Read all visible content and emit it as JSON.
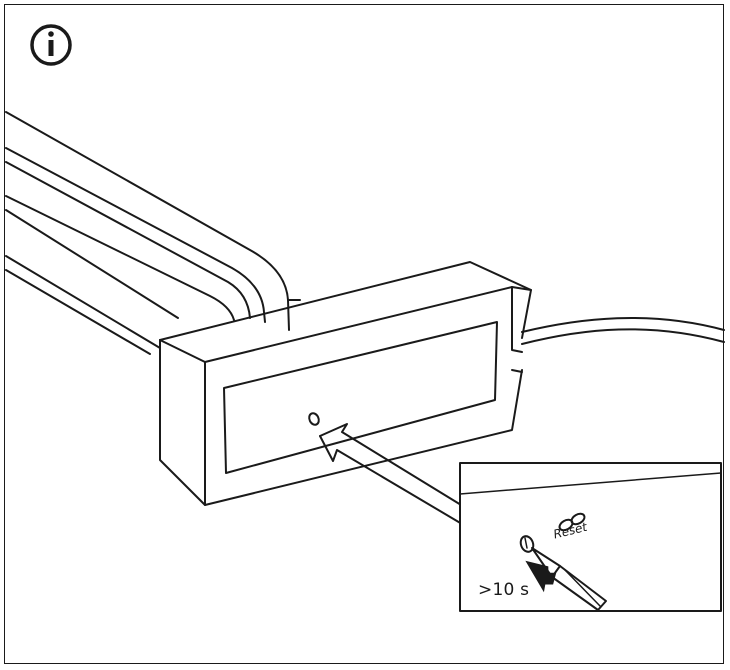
{
  "info_icon": {
    "symbol": "i",
    "name": "info-icon"
  },
  "callout": {
    "duration_label": ">10 s",
    "reset_label": "Reset"
  },
  "colors": {
    "stroke": "#1a1a1a",
    "background": "#ffffff"
  }
}
